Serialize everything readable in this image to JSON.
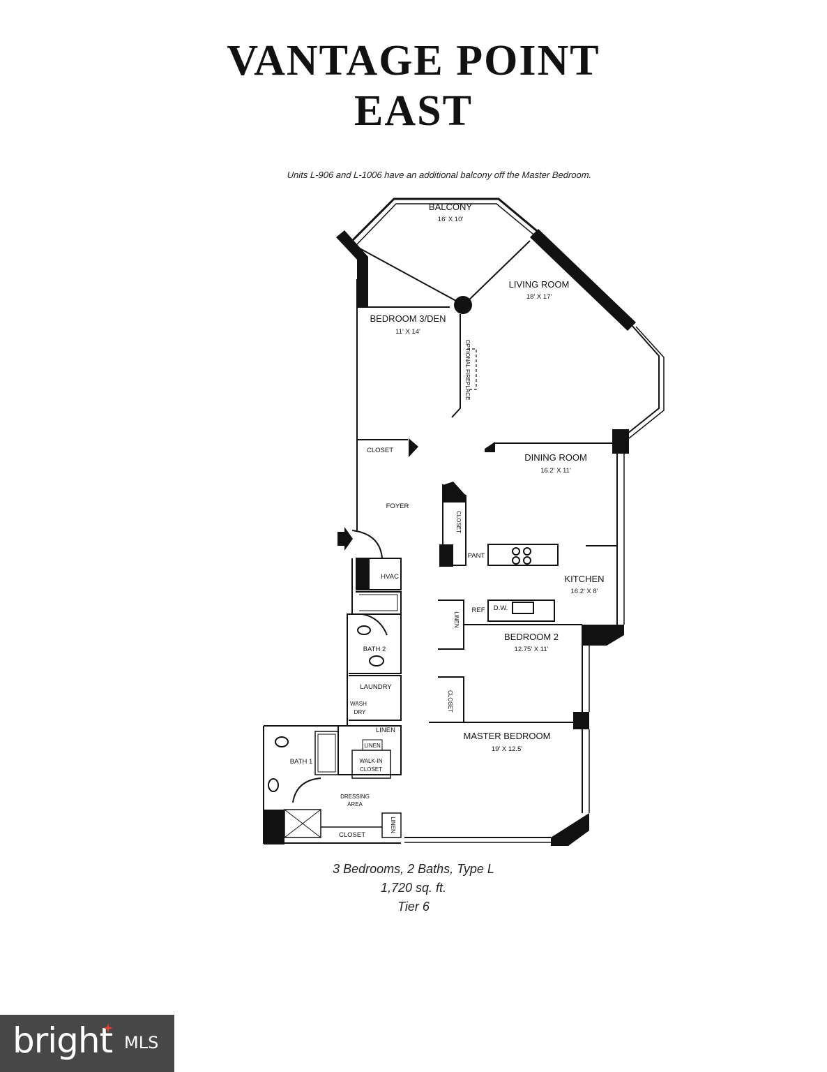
{
  "title": {
    "line1": "VANTAGE POINT",
    "line2": "EAST"
  },
  "note": "Units L-906 and L-1006 have an additional balcony off the Master Bedroom.",
  "rooms": {
    "balcony": {
      "name": "BALCONY",
      "dim": "16' X 10'"
    },
    "living_room": {
      "name": "LIVING ROOM",
      "dim": "18' X 17'"
    },
    "bedroom3": {
      "name": "BEDROOM 3/DEN",
      "dim": "11' X 14'"
    },
    "fireplace": "OPTIONAL FIREPLACE",
    "closet": "CLOSET",
    "dining_room": {
      "name": "DINING ROOM",
      "dim": "16.2' X 11'"
    },
    "foyer": "FOYER",
    "pant": "PANT",
    "kitchen": {
      "name": "KITCHEN",
      "dim": "16.2' X 8'"
    },
    "hvac": "HVAC",
    "ref": "REF",
    "dw": "D.W.",
    "linen": "LINEN",
    "bedroom2": {
      "name": "BEDROOM 2",
      "dim": "12.75' X 11'"
    },
    "bath2": "BATH 2",
    "laundry": "LAUNDRY",
    "wash": "WASH",
    "dry": "DRY",
    "master_bedroom": {
      "name": "MASTER BEDROOM",
      "dim": "19' X 12.5'"
    },
    "bath1": "BATH 1",
    "walk_in_closet": {
      "line1": "WALK-IN",
      "line2": "CLOSET"
    },
    "dressing_area": {
      "line1": "DRESSING",
      "line2": "AREA"
    }
  },
  "caption": {
    "line1": "3 Bedrooms, 2 Baths, Type L",
    "line2": "1,720 sq. ft.",
    "line3": "Tier 6"
  },
  "logo": {
    "word": "bright",
    "suffix": "MLS",
    "accent_color": "#e8432f"
  }
}
